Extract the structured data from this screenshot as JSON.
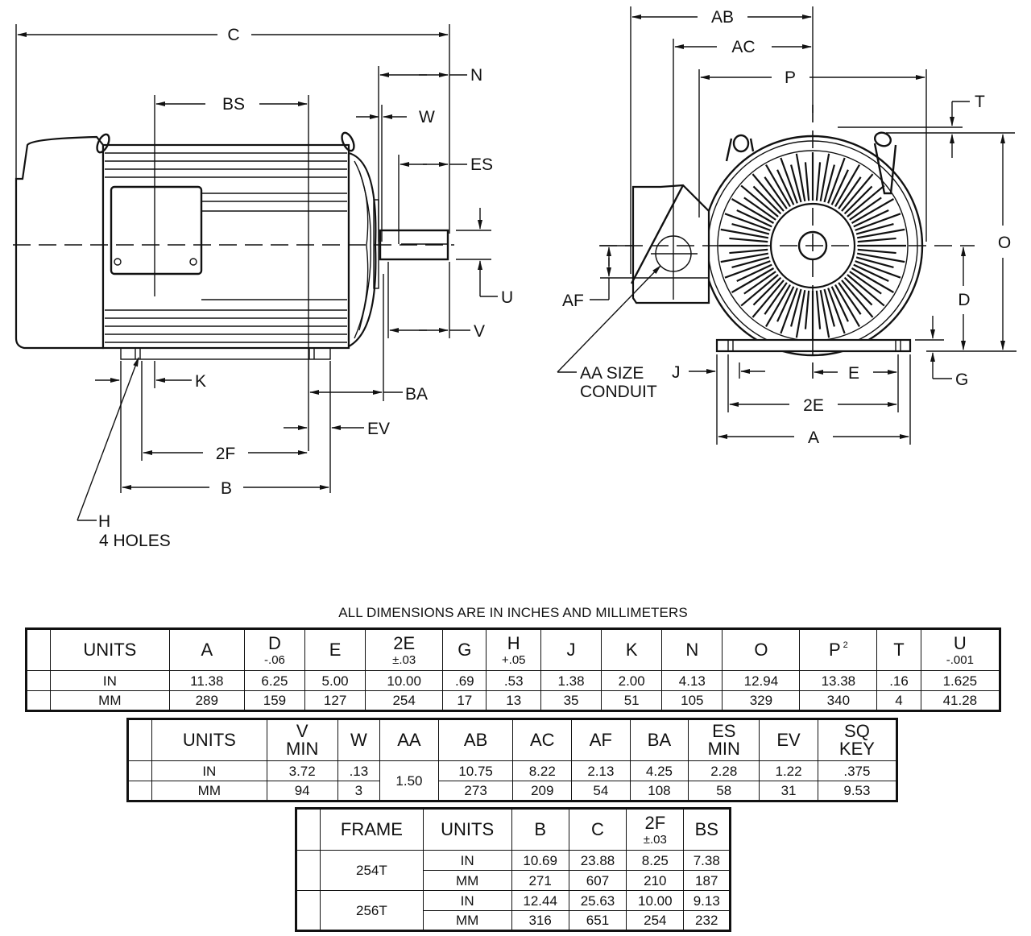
{
  "side_view": {
    "labels": {
      "C": "C",
      "BS": "BS",
      "N": "N",
      "W": "W",
      "ES": "ES",
      "U": "U",
      "V": "V",
      "K": "K",
      "BA": "BA",
      "EV": "EV",
      "2F": "2F",
      "B": "B",
      "H": "H",
      "holes": "4 HOLES"
    }
  },
  "end_view": {
    "labels": {
      "AB": "AB",
      "AC": "AC",
      "P": "P",
      "T": "T",
      "O": "O",
      "D": "D",
      "G": "G",
      "AF": "AF",
      "AA_line1": "AA SIZE",
      "AA_line2": "CONDUIT",
      "J": "J",
      "E": "E",
      "2E": "2E",
      "A": "A"
    }
  },
  "note": "ALL DIMENSIONS ARE IN INCHES AND MILLIMETERS",
  "table1": {
    "units_header": "UNITS",
    "columns": [
      {
        "name": "A",
        "tol": ""
      },
      {
        "name": "D",
        "tol": "-.06"
      },
      {
        "name": "E",
        "tol": ""
      },
      {
        "name": "2E",
        "tol": "±.03"
      },
      {
        "name": "G",
        "tol": ""
      },
      {
        "name": "H",
        "tol": "+.05"
      },
      {
        "name": "J",
        "tol": ""
      },
      {
        "name": "K",
        "tol": ""
      },
      {
        "name": "N",
        "tol": ""
      },
      {
        "name": "O",
        "tol": ""
      },
      {
        "name": "P",
        "tol": "",
        "sup": "2"
      },
      {
        "name": "T",
        "tol": ""
      },
      {
        "name": "U",
        "tol": "-.001"
      }
    ],
    "rows": [
      {
        "unit": "IN",
        "values": [
          "11.38",
          "6.25",
          "5.00",
          "10.00",
          ".69",
          ".53",
          "1.38",
          "2.00",
          "4.13",
          "12.94",
          "13.38",
          ".16",
          "1.625"
        ]
      },
      {
        "unit": "MM",
        "values": [
          "289",
          "159",
          "127",
          "254",
          "17",
          "13",
          "35",
          "51",
          "105",
          "329",
          "340",
          "4",
          "41.28"
        ]
      }
    ]
  },
  "table2": {
    "units_header": "UNITS",
    "columns": [
      {
        "name": "V",
        "tol": "MIN"
      },
      {
        "name": "W",
        "tol": ""
      },
      {
        "name": "AA",
        "tol": ""
      },
      {
        "name": "AB",
        "tol": ""
      },
      {
        "name": "AC",
        "tol": ""
      },
      {
        "name": "AF",
        "tol": ""
      },
      {
        "name": "BA",
        "tol": ""
      },
      {
        "name": "ES",
        "tol": "MIN"
      },
      {
        "name": "EV",
        "tol": ""
      },
      {
        "name": "SQ",
        "tol": "KEY"
      }
    ],
    "rows": [
      {
        "unit": "IN",
        "values": [
          "3.72",
          ".13",
          "1.50",
          "10.75",
          "8.22",
          "2.13",
          "4.25",
          "2.28",
          "1.22",
          ".375"
        ]
      },
      {
        "unit": "MM",
        "values": [
          "94",
          "3",
          "",
          "273",
          "209",
          "54",
          "108",
          "58",
          "31",
          "9.53"
        ]
      }
    ]
  },
  "table3": {
    "frame_header": "FRAME",
    "units_header": "UNITS",
    "columns": [
      {
        "name": "B",
        "tol": ""
      },
      {
        "name": "C",
        "tol": ""
      },
      {
        "name": "2F",
        "tol": "±.03"
      },
      {
        "name": "BS",
        "tol": ""
      }
    ],
    "frames": [
      {
        "frame": "254T",
        "rows": [
          {
            "unit": "IN",
            "values": [
              "10.69",
              "23.88",
              "8.25",
              "7.38"
            ]
          },
          {
            "unit": "MM",
            "values": [
              "271",
              "607",
              "210",
              "187"
            ]
          }
        ]
      },
      {
        "frame": "256T",
        "rows": [
          {
            "unit": "IN",
            "values": [
              "12.44",
              "25.63",
              "10.00",
              "9.13"
            ]
          },
          {
            "unit": "MM",
            "values": [
              "316",
              "651",
              "254",
              "232"
            ]
          }
        ]
      }
    ]
  }
}
